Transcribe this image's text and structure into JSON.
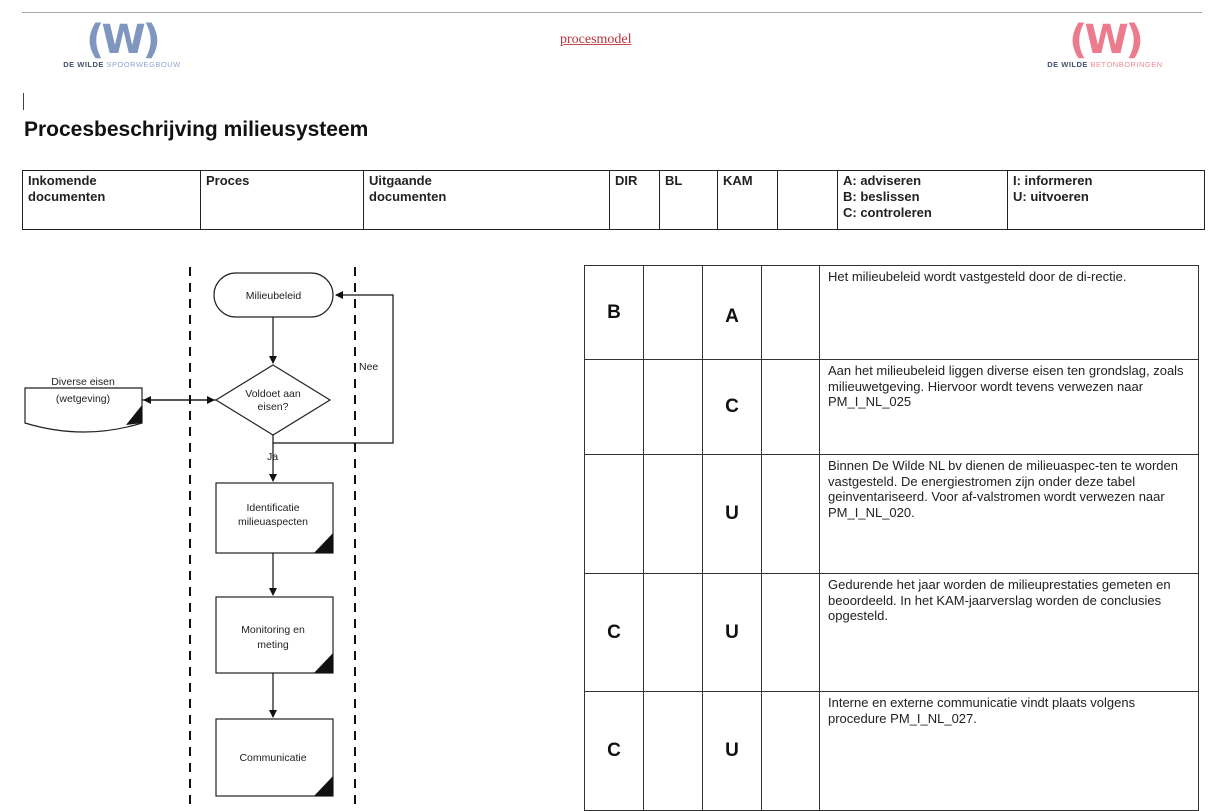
{
  "header": {
    "left_logo": {
      "mark": "(W)",
      "caption_primary": "DE WILDE ",
      "caption_accent": "SPOORWEGBOUW"
    },
    "center_link": "procesmodel",
    "right_logo": {
      "mark": "(W)",
      "caption_primary": "DE WILDE ",
      "caption_accent": "BETONBORINGEN"
    }
  },
  "title": "Procesbeschrijving milieusysteem",
  "header_table": {
    "incoming_line1": "Inkomende",
    "incoming_line2": "documenten",
    "process": "Proces",
    "outgoing_line1": "Uitgaande",
    "outgoing_line2": "documenten",
    "roles": [
      "DIR",
      "BL",
      "KAM",
      ""
    ],
    "legend_col1": [
      "A: adviseren",
      "B: beslissen",
      "C: controleren"
    ],
    "legend_col2": [
      "I: informeren",
      "U: uitvoeren"
    ]
  },
  "flowchart": {
    "start": "Milieubeleid",
    "decision_line1": "Voldoet aan",
    "decision_line2": "eisen?",
    "external_doc_line1": "Diverse eisen",
    "external_doc_line2": "(wetgeving)",
    "no_label": "Nee",
    "yes_label": "Ja",
    "step1_line1": "Identificatie",
    "step1_line2": "milieuaspecten",
    "step2_line1": "Monitoring en",
    "step2_line2": "meting",
    "step3": "Communicatie"
  },
  "responsibilities": [
    {
      "dir": "B",
      "bl": "",
      "kam": "A",
      "extra": "",
      "description": "Het milieubeleid wordt vastgesteld door de di-rectie."
    },
    {
      "dir": "",
      "bl": "",
      "kam": "C",
      "extra": "",
      "description": "Aan het milieubeleid liggen diverse eisen ten grondslag, zoals milieuwetgeving. Hiervoor wordt tevens verwezen naar PM_I_NL_025"
    },
    {
      "dir": "",
      "bl": "",
      "kam": "U",
      "extra": "",
      "description": "Binnen De Wilde NL bv dienen de milieuaspec-ten te worden vastgesteld. De energiestromen zijn onder deze tabel geinventariseerd. Voor af-valstromen wordt verwezen naar PM_I_NL_020."
    },
    {
      "dir": "C",
      "bl": "",
      "kam": "U",
      "extra": "",
      "description": "Gedurende het jaar worden de milieuprestaties gemeten en beoordeeld. In het KAM-jaarverslag worden de conclusies opgesteld."
    },
    {
      "dir": "C",
      "bl": "",
      "kam": "U",
      "extra": "",
      "description": "Interne en externe communicatie vindt plaats volgens procedure PM_I_NL_027."
    }
  ]
}
